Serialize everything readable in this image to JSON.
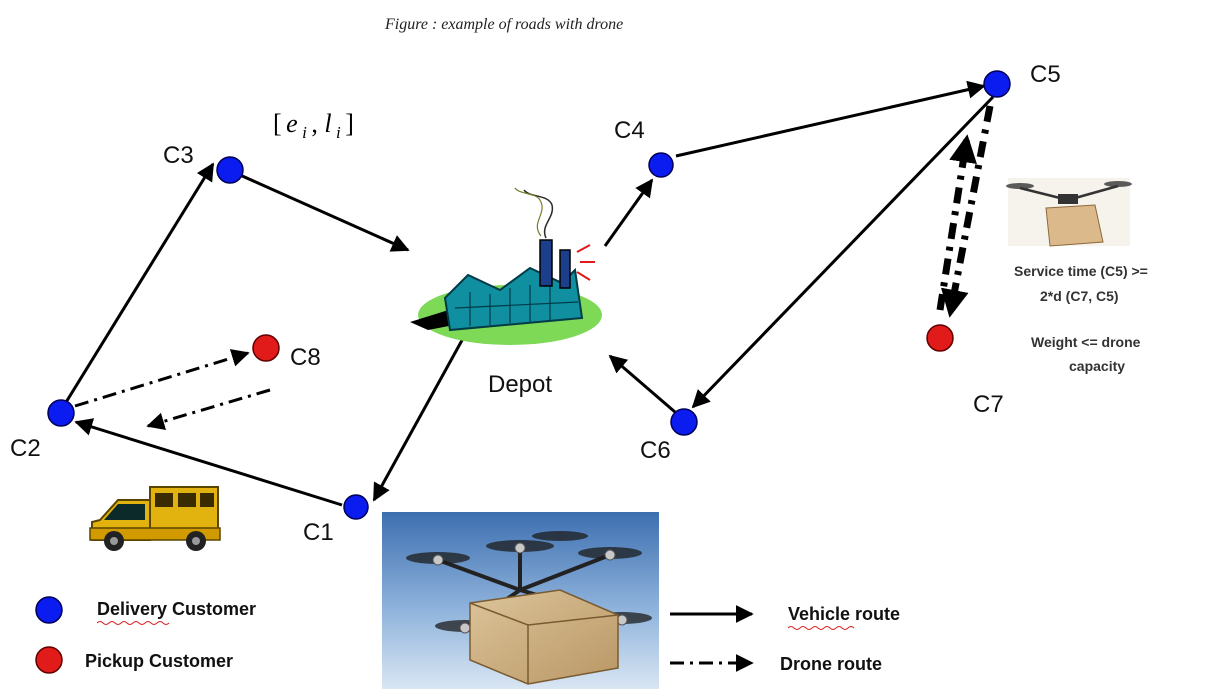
{
  "caption": "Figure   : example of roads with drone",
  "time_window": {
    "open": "[",
    "e": "e",
    "e_sub": "i",
    "sep": " , ",
    "l": "l",
    "l_sub": "i",
    "close": "]"
  },
  "nodes": {
    "C1": "C1",
    "C2": "C2",
    "C3": "C3",
    "C4": "C4",
    "C5": "C5",
    "C6": "C6",
    "C7": "C7",
    "C8": "C8",
    "depot": "Depot"
  },
  "constraints": {
    "service_line1": "Service time (C5) >=",
    "service_line2": "2*d (C7, C5)",
    "weight_line1": "Weight <= drone",
    "weight_line2": "capacity"
  },
  "legend": {
    "delivery": "Delivery Customer",
    "pickup": "Pickup Customer",
    "vehicle": "Vehicle route",
    "drone": "Drone route"
  },
  "colors": {
    "delivery": "#0b1cf0",
    "pickup": "#e11a1a",
    "route": "#000000"
  }
}
